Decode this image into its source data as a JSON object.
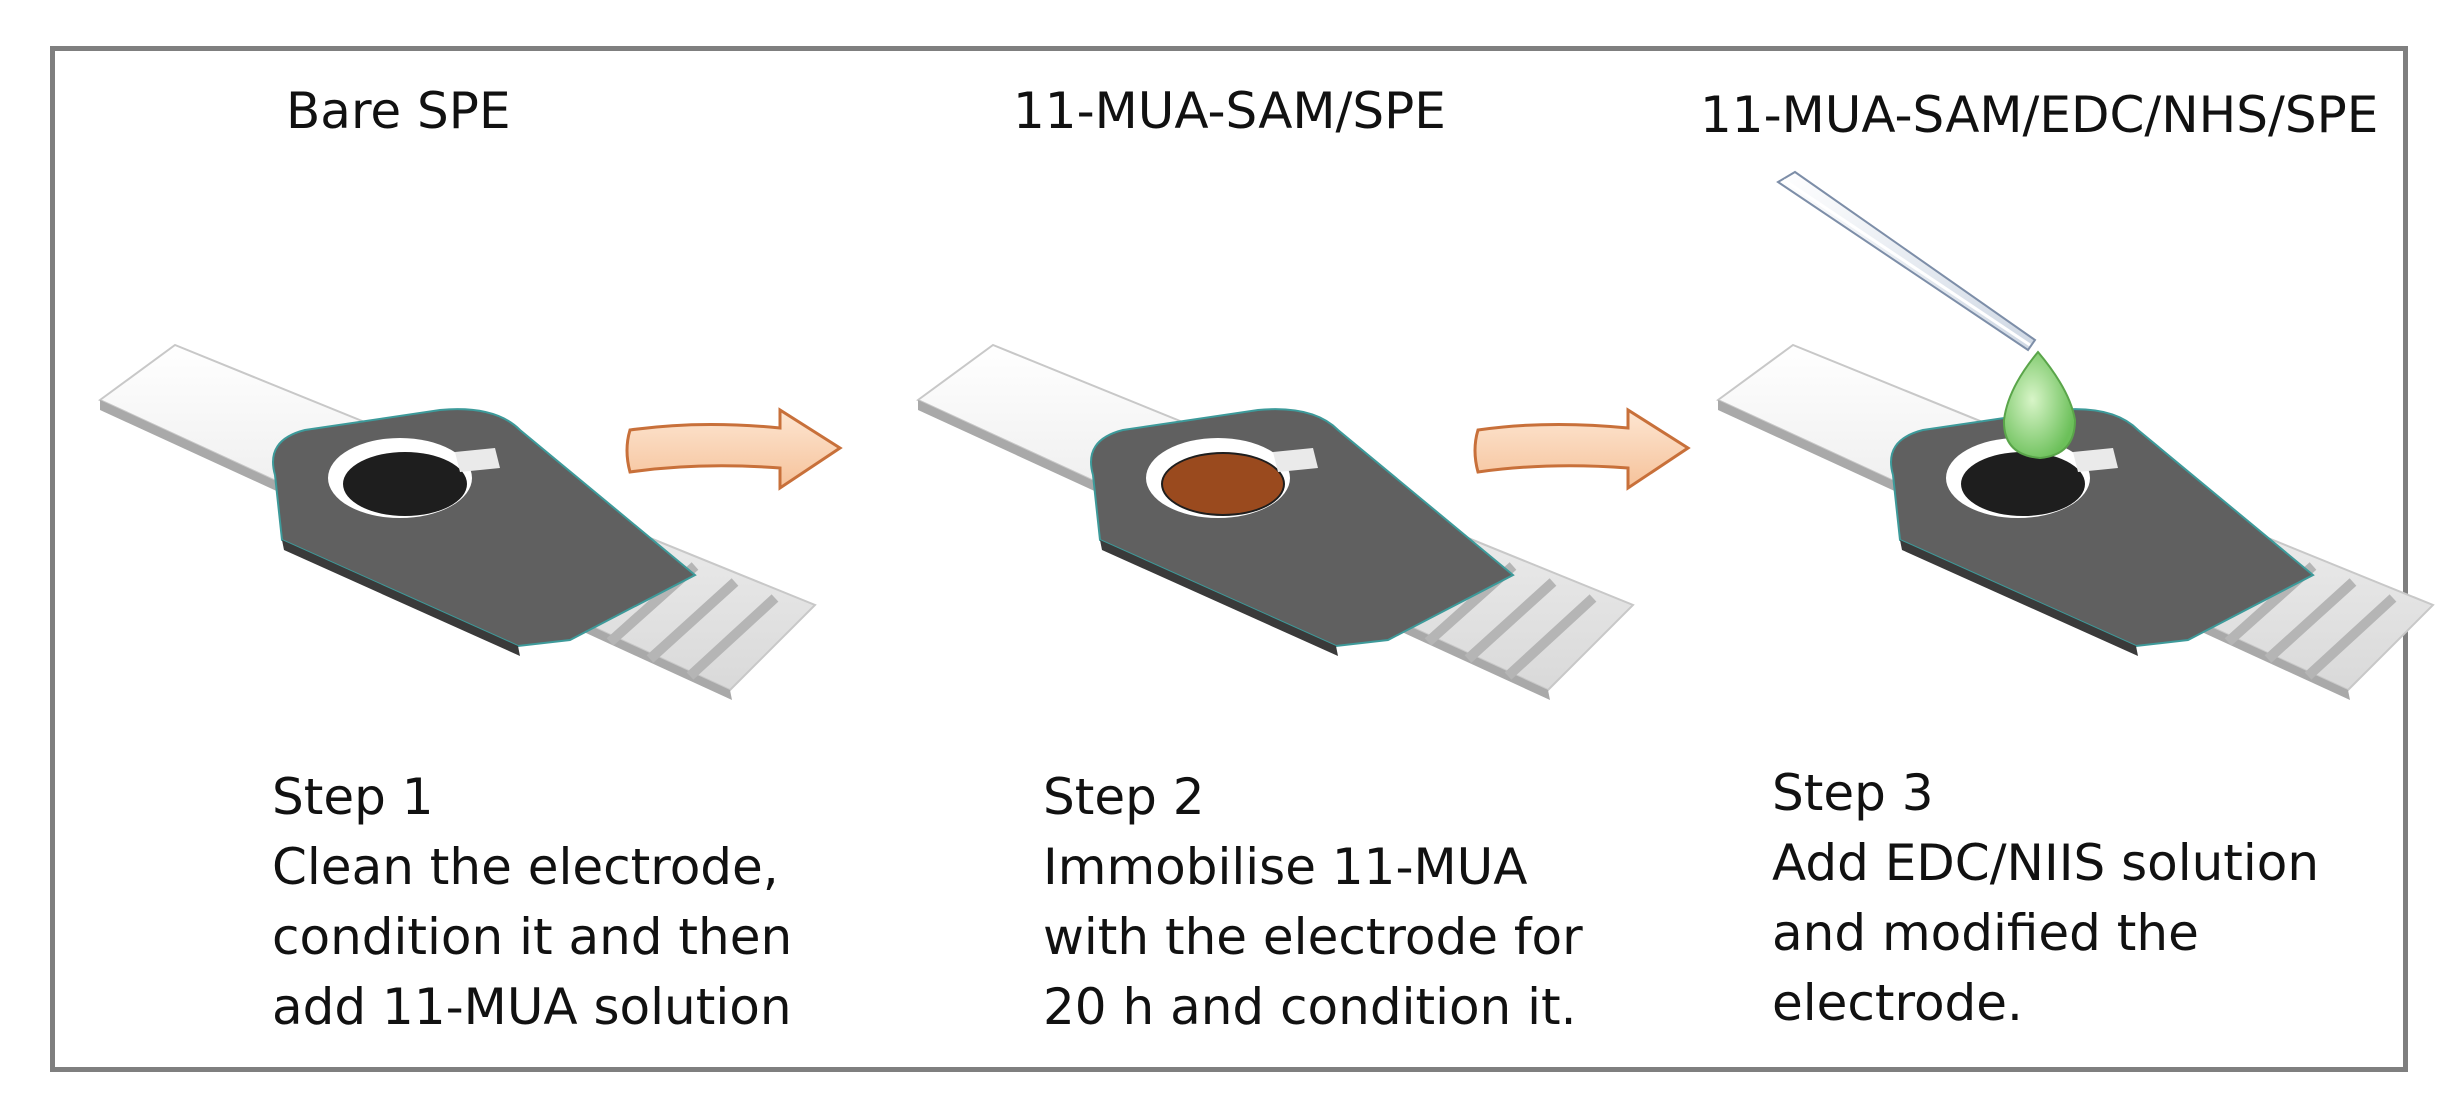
{
  "panels": [
    {
      "title": "Bare SPE",
      "step": "Step 1",
      "lines": [
        "Clean the electrode,",
        "condition it and then",
        "add 11-MUA solution"
      ]
    },
    {
      "title": "11-MUA-SAM/SPE",
      "step": "Step 2",
      "lines": [
        "Immobilise 11-MUA",
        "with the electrode for",
        "20 h and condition it."
      ]
    },
    {
      "title": "11-MUA-SAM/EDC/NHS/SPE",
      "step": "Step 3",
      "lines": [
        "Add EDC/NIIS solution",
        "and modified the",
        "electrode."
      ]
    }
  ],
  "colors": {
    "frame": "#7f7f7f",
    "electrode_body": "#5f5f5f",
    "electrode_dark": "#222222",
    "mua_layer": "#9a4a1e",
    "arrow_fill": "#fcd5b4",
    "arrow_stroke": "#c8703a",
    "drop": "#8fd47a"
  }
}
